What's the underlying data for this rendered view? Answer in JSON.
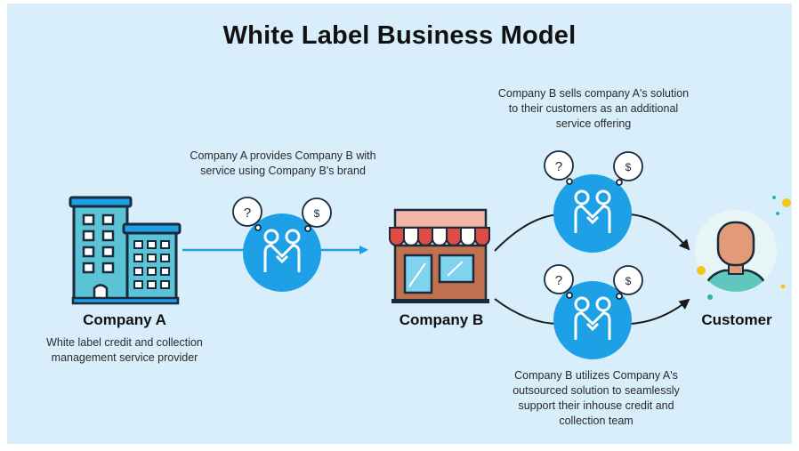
{
  "title": "White Label Business Model",
  "nodes": {
    "company_a": {
      "name": "Company A",
      "description": "White label credit and collection management service provider"
    },
    "company_b": {
      "name": "Company B"
    },
    "customer": {
      "name": "Customer"
    }
  },
  "captions": {
    "a_to_b": "Company A provides Company B with service using Company B's brand",
    "b_sells": "Company B sells company A's solution to their customers as an additional service offering",
    "b_utilizes": "Company B utilizes Company A's outsourced solution to seamlessly support their inhouse credit and collection team"
  },
  "bubbles": {
    "question": "?",
    "dollar": "$"
  },
  "colors": {
    "background": "#d8eefa",
    "accent_blue": "#1ea0e6",
    "building_teal": "#5ac4d6",
    "building_dark": "#1a2b3c",
    "awning_red": "#d9534f",
    "store_brown": "#c1714f"
  },
  "icons": {
    "company_a": "office-building-icon",
    "company_b": "storefront-icon",
    "customer": "person-avatar-icon",
    "deal": "handshake-icon"
  }
}
